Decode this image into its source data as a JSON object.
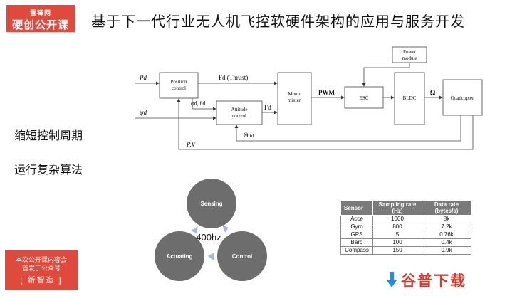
{
  "brand": {
    "line1": "雷锋网",
    "line2": "硬创公开课"
  },
  "title": "基于下一代行业无人机飞控软硬件架构的应用与服务开发",
  "bullets": [
    "缩短控制周期",
    "运行复杂算法"
  ],
  "diagram": {
    "inputs": {
      "pd": "Pd",
      "psi": "ψd"
    },
    "blocks": {
      "position": [
        "Position",
        "control"
      ],
      "attitude": [
        "Attitude",
        "control"
      ],
      "motor": [
        "Motor",
        "mixter"
      ],
      "esc": "ESC",
      "bldc": "BLDC",
      "quad": "Quadcopter",
      "power": [
        "Power",
        "module"
      ]
    },
    "signals": {
      "thrust": "Fd (Thrust)",
      "phi_theta": "φd, θd",
      "gamma": "Γd",
      "pwm": "PWM",
      "omega": "Ω",
      "theta_omega": "Θ,ω",
      "pv": "P,V"
    }
  },
  "cycle": {
    "sensing": "Sensing",
    "actuating": "Actuating",
    "control": "Control",
    "freq": "400hz"
  },
  "table": {
    "headers": [
      "Sensor",
      "Sampling rate (Hz)",
      "Data rate (bytes/s)"
    ],
    "rows": [
      [
        "Acce",
        "1000",
        "8k"
      ],
      [
        "Gyro",
        "800",
        "7.2k"
      ],
      [
        "GPS",
        "5",
        "0.76k"
      ],
      [
        "Baro",
        "100",
        "0.4k"
      ],
      [
        "Compass",
        "150",
        "0.9k"
      ]
    ]
  },
  "promo": {
    "line1": "本次公开课内容会",
    "line2": "首发于公众号",
    "line3": "[  新智造  ]"
  },
  "watermark": "谷普下载",
  "colors": {
    "brand_red": "#e04a3c",
    "circle_gray": "#6d6d6d",
    "arrow_blue": "#a9b7e0"
  }
}
